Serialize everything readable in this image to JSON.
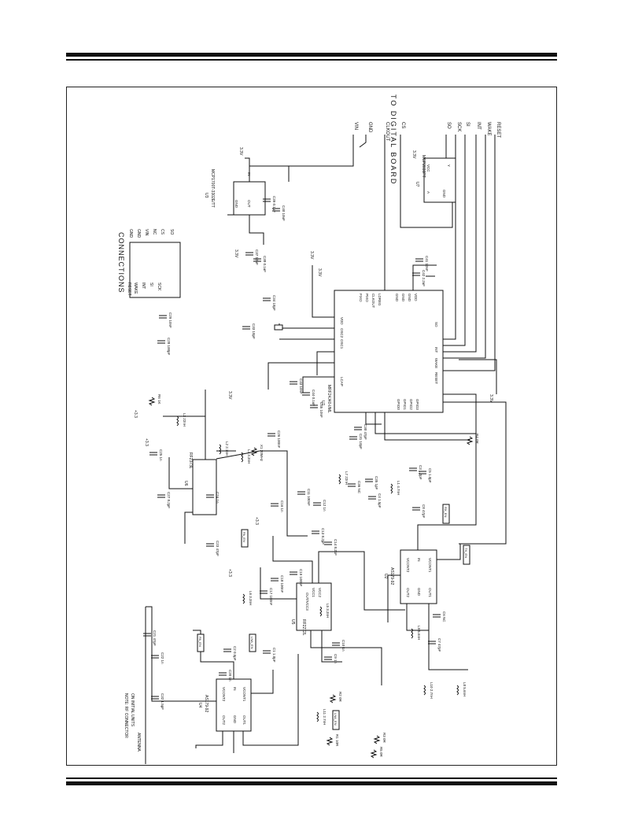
{
  "header_text": "TO DIGITAL BOARD",
  "connections": {
    "title": "CONNECTIONS",
    "left_pins": [
      "RESET",
      "WAKE",
      "INT",
      "SI",
      "SCK"
    ],
    "right_pins": [
      "GND",
      "GND",
      "VIN",
      "NC",
      "CS",
      "SO"
    ]
  },
  "digital_signals": [
    "VIN",
    "GND",
    "CLKOUT",
    "CS",
    "SO",
    "SCK",
    "SI",
    "INT",
    "WAKE",
    "RESET"
  ],
  "ic": {
    "u1": {
      "ref": "U1",
      "part": "MRF24J40-I/ML",
      "left_pins": [
        "VDD",
        "OSC2",
        "OSC1",
        "VDD",
        "GND",
        "VDD",
        "NC",
        "VDD",
        "LCAP"
      ],
      "right_pins": [
        "SO",
        "SDI",
        "SDO",
        "SDI",
        "INT",
        "WAKE",
        "GND",
        "RESET",
        "RFP",
        "RFN"
      ],
      "top_pins": [
        "FIXO",
        "PIXO",
        "CLKOUT",
        "LDREG",
        "GND",
        "GND",
        "GND",
        "VDD"
      ],
      "bottom_pins": [
        "VDD",
        "RFP",
        "RFN",
        "VDD",
        "GPIO0",
        "GPIO1",
        "GPIO2",
        "GPIO3"
      ]
    },
    "u2": {
      "ref": "U2",
      "part": "AS179-92",
      "pins": [
        "VCONT2",
        "IN",
        "VCONT1",
        "OUT2",
        "GND",
        "OUT1"
      ]
    },
    "u3": {
      "ref": "U3",
      "part": "MCP1700T-3302E/TT",
      "pins": [
        "GND",
        "OUT",
        "IN"
      ]
    },
    "u4": {
      "ref": "U4",
      "part": "AS179-92",
      "pins": [
        "VCONT2",
        "IN",
        "VCONT1",
        "OUT2",
        "GND",
        "OUT1"
      ]
    },
    "u5": {
      "ref": "U5",
      "part": "RF2272L",
      "pins": [
        "VCC1",
        "VCC2",
        "GND",
        "OUT/VCC3",
        "RFIN",
        "VBIAS",
        "VREG"
      ]
    },
    "u6": {
      "ref": "U6",
      "part": "RF2373L",
      "pins": [
        "VCC",
        "GND",
        "OUT",
        "IN",
        "GND",
        "PD"
      ]
    },
    "u7": {
      "ref": "U7",
      "part": "MCP2030PT",
      "pins": [
        "VCC",
        "Y",
        "A",
        "GND"
      ]
    }
  },
  "rails": [
    "3.3V",
    "3.3V",
    "3.3V",
    "3.3V",
    "3.3V",
    "3.3V",
    "3.3V",
    "+3.3",
    "+3.3",
    "+3.3",
    "+3.3"
  ],
  "components": [
    {
      "ref": "C37",
      "value": "10uF"
    },
    {
      "ref": "C40",
      "value": "10uF"
    },
    {
      "ref": "C39",
      "value": "0.1uF"
    },
    {
      "ref": "C38",
      "value": "0.1uF"
    },
    {
      "ref": "C28",
      "value": "100pF"
    },
    {
      "ref": "C29",
      "value": "10nF"
    },
    {
      "ref": "C34",
      "value": "18pF"
    },
    {
      "ref": "C33",
      "value": "18pF"
    },
    {
      "ref": "C41",
      "value": "10nF"
    },
    {
      "ref": "C42",
      "value": "2.2uF"
    },
    {
      "ref": "C43",
      "value": "10nF"
    },
    {
      "ref": "C44",
      "value": "0.1uF"
    },
    {
      "ref": "C45",
      "value": "10nF"
    },
    {
      "ref": "C30",
      "value": "47pF"
    },
    {
      "ref": "C31",
      "value": "10pF"
    },
    {
      "ref": "C26",
      "value": "100nF"
    },
    {
      "ref": "C25",
      "value": "1n"
    },
    {
      "ref": "C27",
      "value": "8.2pF"
    },
    {
      "ref": "C24",
      "value": "1n"
    },
    {
      "ref": "C23",
      "value": "47pF"
    },
    {
      "ref": "C19",
      "value": "100nF"
    },
    {
      "ref": "C18",
      "value": "100nF"
    },
    {
      "ref": "C17",
      "value": "100nF"
    },
    {
      "ref": "C16",
      "value": "1n"
    },
    {
      "ref": "C14",
      "value": "8.2pF"
    },
    {
      "ref": "C13",
      "value": "8.2pF"
    },
    {
      "ref": "C12",
      "value": "1n"
    },
    {
      "ref": "C11",
      "value": "100nF"
    },
    {
      "ref": "C10",
      "value": "1n"
    },
    {
      "ref": "C9",
      "value": "1n"
    },
    {
      "ref": "C8",
      "value": "47pF"
    },
    {
      "ref": "C7",
      "value": "47pF"
    },
    {
      "ref": "C6",
      "value": "NC"
    },
    {
      "ref": "C5",
      "value": "1.0pF"
    },
    {
      "ref": "C4",
      "value": "1.5pF"
    },
    {
      "ref": "C3",
      "value": "1.2pF"
    },
    {
      "ref": "C2",
      "value": "0.5pF"
    },
    {
      "ref": "C1",
      "value": "1.0pF"
    },
    {
      "ref": "C20",
      "value": "1n"
    },
    {
      "ref": "C21",
      "value": "47pF"
    },
    {
      "ref": "C22",
      "value": "1n"
    },
    {
      "ref": "C32",
      "value": "1.5pF"
    },
    {
      "ref": "C35",
      "value": "1pF"
    },
    {
      "ref": "C36",
      "value": "NC"
    },
    {
      "ref": "L1",
      "value": "4.7nH"
    },
    {
      "ref": "L2",
      "value": "2.7nH"
    },
    {
      "ref": "L3",
      "value": "22nH"
    },
    {
      "ref": "L4",
      "value": "3.3nH"
    },
    {
      "ref": "L5",
      "value": "3.3nH"
    },
    {
      "ref": "L6",
      "value": "3.3nH"
    },
    {
      "ref": "L7",
      "value": "22nH"
    },
    {
      "ref": "L8",
      "value": "5.6nH"
    },
    {
      "ref": "L9",
      "value": "5.6nH"
    },
    {
      "ref": "L10",
      "value": "2.7nH"
    },
    {
      "ref": "L11",
      "value": "2.7nH"
    },
    {
      "ref": "R1",
      "value": "10R"
    },
    {
      "ref": "R2",
      "value": "0R"
    },
    {
      "ref": "R3",
      "value": "0R"
    },
    {
      "ref": "R4",
      "value": "0R"
    },
    {
      "ref": "R5",
      "value": "0R"
    },
    {
      "ref": "R6",
      "value": "1K"
    },
    {
      "ref": "X1",
      "value": "20MHz"
    }
  ],
  "net_labels": [
    "PA_EN",
    "PA_EN",
    "LNA_EN",
    "LNA_EN",
    "RX_EN",
    "TX_EN"
  ],
  "note": [
    "NOTE: RF CONNECTOR",
    "ON INITIAL UNITS"
  ],
  "antenna_label": "ANTENNA"
}
